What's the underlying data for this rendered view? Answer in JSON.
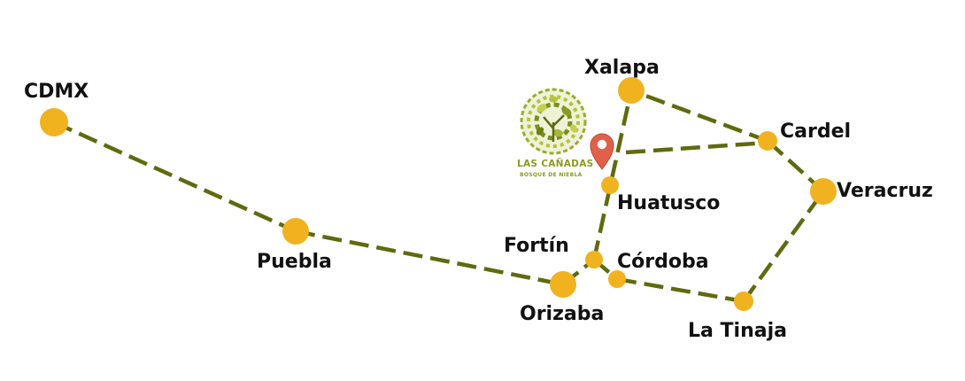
{
  "map": {
    "cities": {
      "cdmx": "CDMX",
      "puebla": "Puebla",
      "orizaba": "Orizaba",
      "fortin": "Fortín",
      "cordoba": "Córdoba",
      "la_tinaja": "La Tinaja",
      "huatusco": "Huatusco",
      "xalapa": "Xalapa",
      "cardel": "Cardel",
      "veracruz": "Veracruz"
    },
    "routes": [
      [
        "CDMX",
        "Puebla"
      ],
      [
        "Puebla",
        "Orizaba"
      ],
      [
        "Orizaba",
        "Fortín"
      ],
      [
        "Fortín",
        "Córdoba"
      ],
      [
        "Córdoba",
        "La Tinaja"
      ],
      [
        "La Tinaja",
        "Veracruz"
      ],
      [
        "Veracruz",
        "Cardel"
      ],
      [
        "Cardel",
        "Xalapa"
      ],
      [
        "Xalapa",
        "Fortín"
      ],
      [
        "Huatusco",
        "Cardel"
      ]
    ],
    "destination": {
      "logo_title": "LAS CAÑADAS",
      "logo_subtitle": "BOSQUE DE NIEBLA",
      "marker_icon": "map-pin-icon"
    },
    "colors": {
      "route": "#5f6a0f",
      "city": "#f0b31f",
      "marker": "#e0604a",
      "logo": "#8a9a22"
    }
  }
}
